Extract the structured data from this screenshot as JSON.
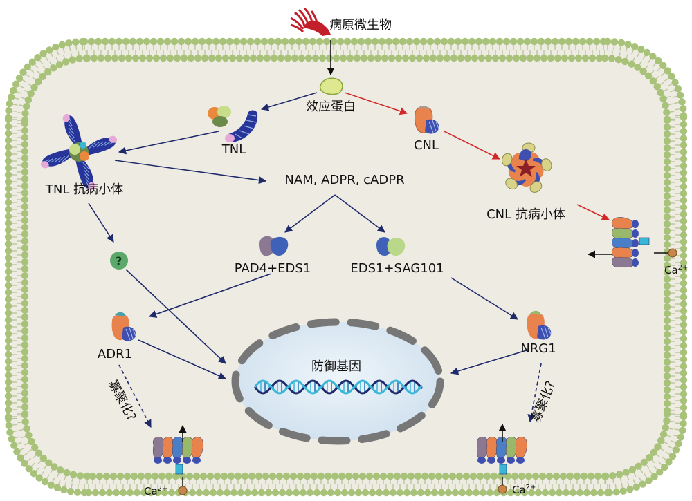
{
  "labels": {
    "pathogen": "病原微生物",
    "effector": "效应蛋白",
    "tnl": "TNL",
    "cnl": "CNL",
    "tnl_resistosome": "TNL 抗病小体",
    "cnl_resistosome": "CNL 抗病小体",
    "signals": "NAM, ADPR, cADPR",
    "pad4_eds1": "PAD4+EDS1",
    "eds1_sag101": "EDS1+SAG101",
    "unknown": "?",
    "adr1": "ADR1",
    "nrg1": "NRG1",
    "defense_genes": "防御基因",
    "oligomerization_left": "寡聚化?",
    "oligomerization_right": "寡聚化?",
    "ca_right": "Ca",
    "ca_bottom_left": "Ca",
    "ca_bottom_right": "Ca",
    "ca_superscript": "2+"
  },
  "colors": {
    "cytoplasm": "#eeebe3",
    "membrane_head": "#a8c27a",
    "arrow_navy": "#1f2a6b",
    "arrow_red": "#d22828",
    "nucleus": "#dbe9f3",
    "dna_blue": "#1f6fb4",
    "dna_teal": "#3ab7d6",
    "calcium": "#c8864a",
    "question_circle": "#5aa86a"
  },
  "icons": [
    "pathogen-icon",
    "effector-icon",
    "tnl-icon",
    "cnl-icon",
    "tnl-resistosome-icon",
    "cnl-resistosome-icon",
    "pad4-eds1-icon",
    "eds1-sag101-icon",
    "adr1-icon",
    "nrg1-icon",
    "dna-icon",
    "calcium-ion-icon",
    "membrane-pore-icon"
  ]
}
